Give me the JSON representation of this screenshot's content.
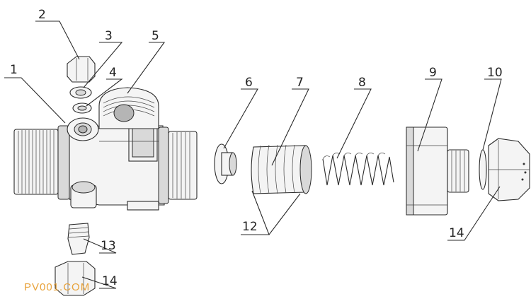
{
  "callouts": [
    {
      "label": "1"
    },
    {
      "label": "2"
    },
    {
      "label": "3"
    },
    {
      "label": "4"
    },
    {
      "label": "5"
    },
    {
      "label": "6"
    },
    {
      "label": "7"
    },
    {
      "label": "8"
    },
    {
      "label": "9"
    },
    {
      "label": "10"
    },
    {
      "label": "12"
    },
    {
      "label": "13"
    },
    {
      "label": "14"
    },
    {
      "label": "14"
    }
  ],
  "watermark": {
    "text": "PV001.COM",
    "color": "#e8a23a"
  }
}
